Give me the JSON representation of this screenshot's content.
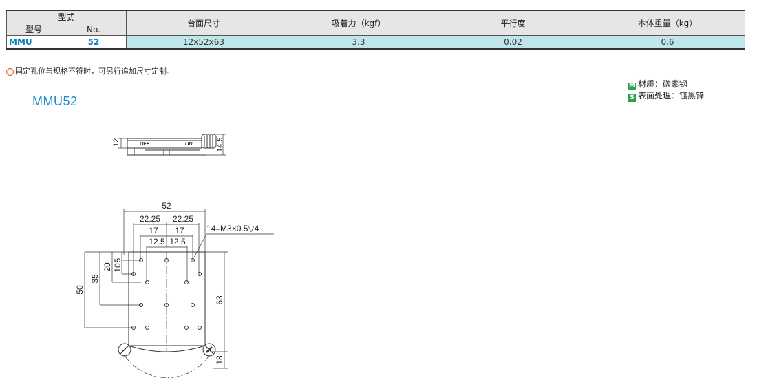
{
  "table": {
    "header": {
      "type_group": "型式",
      "model_col": "型号",
      "no_col": "No.",
      "size_col": "台面尺寸",
      "force_col": "吸着力（kgf）",
      "flatness_col": "平行度",
      "weight_col": "本体重量（kg）"
    },
    "row": {
      "model": "MMU",
      "no": "52",
      "size": "12x52x63",
      "force": "3.3",
      "flatness": "0.02",
      "weight": "0.6"
    }
  },
  "note": "固定孔位与规格不符时，可另行追加尺寸定制。",
  "note_icon": "!",
  "material": {
    "m_badge": "M",
    "m_text": "材质：碳素钢",
    "s_badge": "S",
    "s_text": "表面处理：镀黑锌"
  },
  "model_title": "MMU52",
  "drawing": {
    "side_off": "OFF",
    "side_on": "ON",
    "dim_12": "12",
    "dim_14_5": "14.5",
    "dim_52": "52",
    "dim_22_25_a": "22.25",
    "dim_22_25_b": "22.25",
    "dim_17_a": "17",
    "dim_17_b": "17",
    "dim_12_5_a": "12.5",
    "dim_12_5_b": "12.5",
    "thread_spec": "14–M3×0.5▽4",
    "dim_5": "5",
    "dim_10": "10",
    "dim_20": "20",
    "dim_35": "35",
    "dim_50": "50",
    "dim_63": "63",
    "dim_18": "18"
  },
  "colors": {
    "accent_blue": "#1a8fd0",
    "row_highlight": "#bfe6e8",
    "header_gray": "#e6e6e6",
    "badge_green": "#2aa34a",
    "warn_orange": "#e05a1c"
  }
}
